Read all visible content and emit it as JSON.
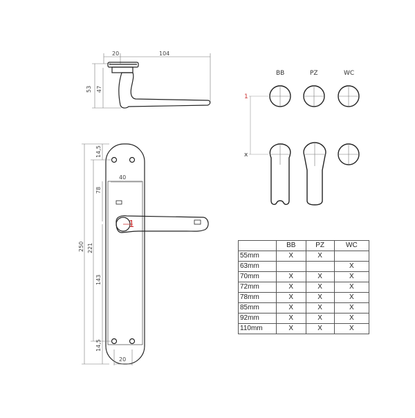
{
  "side_view": {
    "dim_width_top": "20",
    "dim_length": "104",
    "dim_height_outer": "53",
    "dim_height_inner": "47"
  },
  "front_view": {
    "dim_top_margin": "14,5",
    "dim_bottom_margin": "14,5",
    "dim_plate_width": "40",
    "dim_spindle": "78",
    "dim_total": "250",
    "dim_hole_span": "221",
    "dim_lower": "143",
    "dim_bottom_width": "20",
    "marker_label": "1"
  },
  "cutouts": {
    "col_labels": [
      "BB",
      "PZ",
      "WC"
    ],
    "marker_top": "1",
    "marker_bottom": "x"
  },
  "table": {
    "headers": [
      "",
      "BB",
      "PZ",
      "WC"
    ],
    "rows": [
      [
        "55mm",
        "X",
        "X",
        ""
      ],
      [
        "63mm",
        "",
        "",
        "X"
      ],
      [
        "70mm",
        "X",
        "X",
        "X"
      ],
      [
        "72mm",
        "X",
        "X",
        "X"
      ],
      [
        "78mm",
        "X",
        "X",
        "X"
      ],
      [
        "85mm",
        "X",
        "X",
        "X"
      ],
      [
        "92mm",
        "X",
        "X",
        "X"
      ],
      [
        "110mm",
        "X",
        "X",
        "X"
      ]
    ]
  },
  "colors": {
    "line": "#222222",
    "accent_red": "#cc3333",
    "dim": "#555555"
  }
}
